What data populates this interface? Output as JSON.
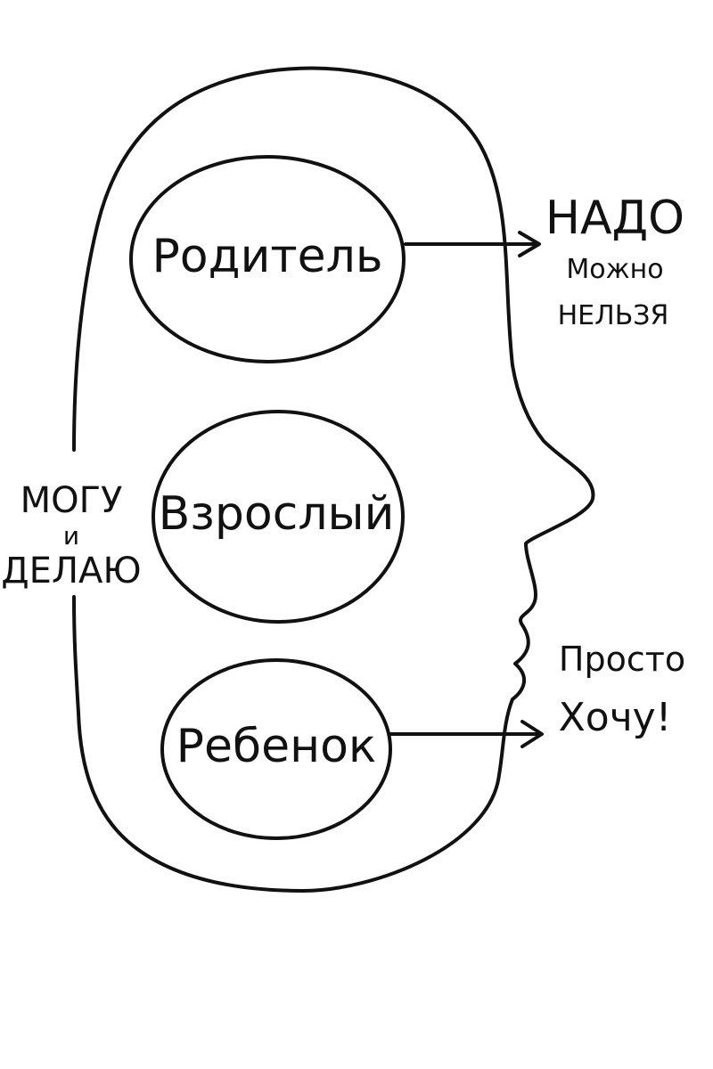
{
  "states": {
    "parent": "Родитель",
    "adult": "Взрослый",
    "child": "Ребенок"
  },
  "parent_outputs": [
    "НАДО",
    "Можно",
    "НЕЛЬЗЯ"
  ],
  "adult_side": [
    "МОГУ",
    "и",
    "ДЕЛАЮ"
  ],
  "child_outputs": [
    "Просто",
    "Хочу!"
  ],
  "colors": {
    "ink": "#111111",
    "background": "#ffffff"
  }
}
